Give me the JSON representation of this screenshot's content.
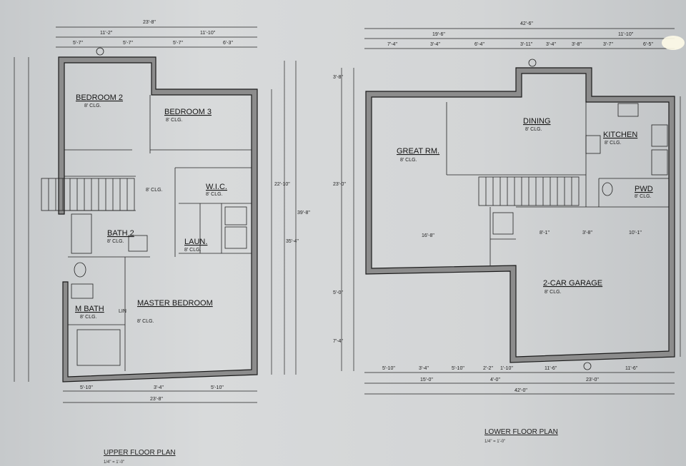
{
  "upper": {
    "title": "UPPER FLOOR PLAN",
    "scale": "1/4\" = 1'-0\"",
    "overall_top": "23'-8\"",
    "overall_bottom": "23'-8\"",
    "dims_top": [
      "5'-7\"",
      "5'-7\"",
      "5'-7\"",
      "6'-3\""
    ],
    "dims_top2": [
      "11'-2\"",
      "11'-10\""
    ],
    "dims_bottom": [
      "5'-10\"",
      "3'-4\"",
      "5'-10\""
    ],
    "dim_right1": "22'-10\"",
    "dim_right2": "35'-4\"",
    "dim_right3": "39'-8\"",
    "rooms": [
      {
        "name": "BEDROOM 2",
        "clg": "8' CLG."
      },
      {
        "name": "BEDROOM 3",
        "clg": "8' CLG."
      },
      {
        "name": "W.I.C.",
        "clg": "8' CLG."
      },
      {
        "name": "BATH 2",
        "clg": "8' CLG."
      },
      {
        "name": "LAUN.",
        "clg": "8' CLG."
      },
      {
        "name": "M BATH",
        "clg": "8' CLG."
      },
      {
        "name": "MASTER BEDROOM",
        "clg": "8' CLG."
      }
    ],
    "hall_clg": "8' CLG.",
    "lin": "LIN"
  },
  "lower": {
    "title": "LOWER FLOOR PLAN",
    "scale": "1/4\" = 1'-0\"",
    "overall_top": "42'-6\"",
    "overall_bottom": "42'-0\"",
    "dims_top": [
      "7'-4\"",
      "3'-4\"",
      "6'-4\"",
      "3'-11\"",
      "3'-4\"",
      "3'-8\"",
      "3'-7\"",
      "6'-5\""
    ],
    "dims_top2": [
      "19'-6\"",
      "11'-10\""
    ],
    "dims_bottom": [
      "5'-10\"",
      "3'-4\"",
      "5'-10\"",
      "2'-2\"",
      "1'-10\"",
      "11'-6\"",
      "11'-6\""
    ],
    "dims_bottom2": [
      "15'-0\"",
      "4'-0\"",
      "23'-0\""
    ],
    "dim_left": [
      "3'-8\"",
      "23'-0\"",
      "5'-0\"",
      "7'-4\""
    ],
    "rooms": [
      {
        "name": "GREAT RM.",
        "clg": "8' CLG."
      },
      {
        "name": "DINING",
        "clg": "8' CLG."
      },
      {
        "name": "KITCHEN",
        "clg": "8' CLG."
      },
      {
        "name": "PWD",
        "clg": "8' CLG."
      },
      {
        "name": "2-CAR GARAGE",
        "clg": "8' CLG."
      }
    ],
    "inner_dims": [
      "16'-8\"",
      "8'-1\"",
      "3'-8\"",
      "10'-1\""
    ]
  }
}
